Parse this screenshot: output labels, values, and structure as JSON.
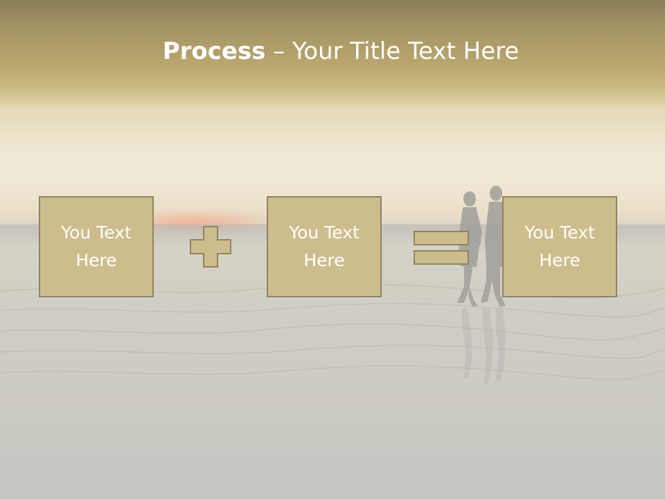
{
  "slide": {
    "title_bold": "Process",
    "title_rest": " – Your Title Text Here"
  },
  "boxes": [
    {
      "line1": "You Text",
      "line2": "Here"
    },
    {
      "line1": "You Text",
      "line2": "Here"
    },
    {
      "line1": "You Text",
      "line2": "Here"
    }
  ],
  "operators": [
    "plus",
    "equals"
  ],
  "colors": {
    "box_fill": "#cdbd8d",
    "box_border": "#8f8262",
    "header": "#bca96f",
    "text": "#ffffff"
  },
  "background": {
    "scene": "beach-sunset-with-two-walkers"
  }
}
